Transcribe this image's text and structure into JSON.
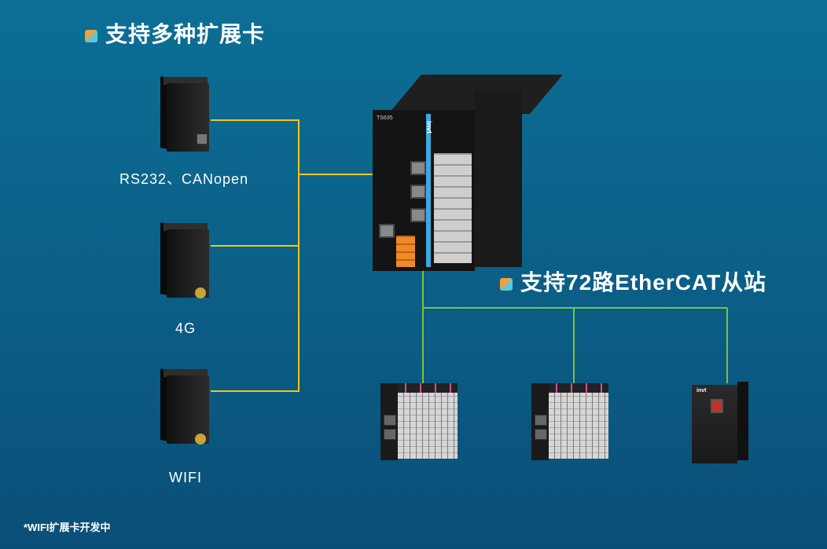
{
  "headings": {
    "expansion_cards": "支持多种扩展卡",
    "ethercat_slaves": "支持72路EtherCAT从站"
  },
  "cards": [
    {
      "label": "RS232、CANopen",
      "icon": "rs232-canopen-card-icon"
    },
    {
      "label": "4G",
      "icon": "4g-card-icon"
    },
    {
      "label": "WIFI",
      "icon": "wifi-card-icon"
    }
  ],
  "plc_model": "TS635",
  "brand": "invt",
  "footnote": "*WIFI扩展卡开发中",
  "colors": {
    "background_top": "#0c6f95",
    "background_bottom": "#0a4f78",
    "card_connector_line": "#f5c518",
    "ethercat_line": "#7cc23f",
    "bullet_orange": "#f0a13a",
    "bullet_cyan": "#5fc7d7"
  }
}
